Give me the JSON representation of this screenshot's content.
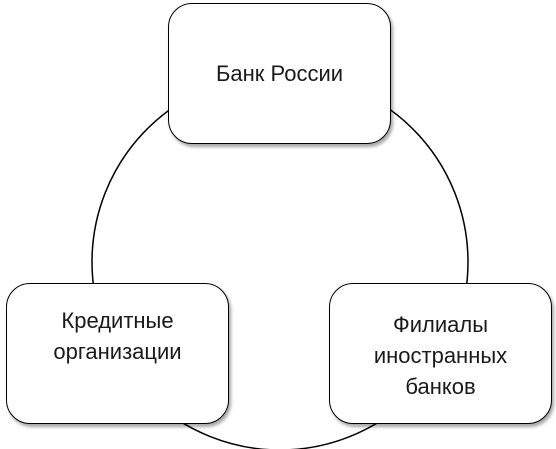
{
  "diagram": {
    "nodes": [
      {
        "label": "Банк России"
      },
      {
        "label": "Кредитные\nорганизации"
      },
      {
        "label": "Филиалы\nиностранных\nбанков"
      }
    ],
    "colors": {
      "stroke": "#000000",
      "fill": "#ffffff",
      "text": "#1a1a1a"
    }
  }
}
